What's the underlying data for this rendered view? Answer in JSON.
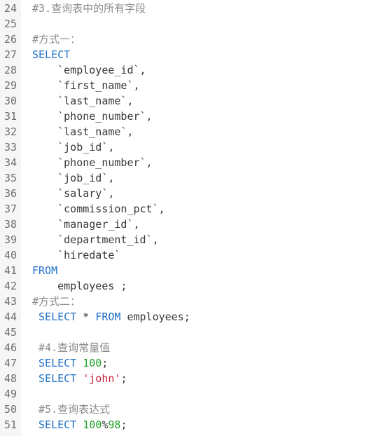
{
  "editor": {
    "lines": [
      {
        "num": "24",
        "indent": "",
        "tokens": [
          {
            "t": "#3.查询表中的所有字段",
            "c": "comment"
          }
        ]
      },
      {
        "num": "25",
        "indent": "",
        "tokens": []
      },
      {
        "num": "26",
        "indent": "",
        "tokens": [
          {
            "t": "#方式一：",
            "c": "comment"
          }
        ]
      },
      {
        "num": "27",
        "indent": "",
        "tokens": [
          {
            "t": "SELECT",
            "c": "kw"
          }
        ]
      },
      {
        "num": "28",
        "indent": "    ",
        "tokens": [
          {
            "t": "`employee_id`,",
            "c": "plain"
          }
        ]
      },
      {
        "num": "29",
        "indent": "    ",
        "tokens": [
          {
            "t": "`first_name`,",
            "c": "plain"
          }
        ]
      },
      {
        "num": "30",
        "indent": "    ",
        "tokens": [
          {
            "t": "`last_name`,",
            "c": "plain"
          }
        ]
      },
      {
        "num": "31",
        "indent": "    ",
        "tokens": [
          {
            "t": "`phone_number`,",
            "c": "plain"
          }
        ]
      },
      {
        "num": "32",
        "indent": "    ",
        "tokens": [
          {
            "t": "`last_name`,",
            "c": "plain"
          }
        ]
      },
      {
        "num": "33",
        "indent": "    ",
        "tokens": [
          {
            "t": "`job_id`,",
            "c": "plain"
          }
        ]
      },
      {
        "num": "34",
        "indent": "    ",
        "tokens": [
          {
            "t": "`phone_number`,",
            "c": "plain"
          }
        ]
      },
      {
        "num": "35",
        "indent": "    ",
        "tokens": [
          {
            "t": "`job_id`,",
            "c": "plain"
          }
        ]
      },
      {
        "num": "36",
        "indent": "    ",
        "tokens": [
          {
            "t": "`salary`,",
            "c": "plain"
          }
        ]
      },
      {
        "num": "37",
        "indent": "    ",
        "tokens": [
          {
            "t": "`commission_pct`,",
            "c": "plain"
          }
        ]
      },
      {
        "num": "38",
        "indent": "    ",
        "tokens": [
          {
            "t": "`manager_id`,",
            "c": "plain"
          }
        ]
      },
      {
        "num": "39",
        "indent": "    ",
        "tokens": [
          {
            "t": "`department_id`,",
            "c": "plain"
          }
        ]
      },
      {
        "num": "40",
        "indent": "    ",
        "tokens": [
          {
            "t": "`hiredate`",
            "c": "plain"
          }
        ]
      },
      {
        "num": "41",
        "indent": "",
        "tokens": [
          {
            "t": "FROM",
            "c": "kw"
          }
        ]
      },
      {
        "num": "42",
        "indent": "    ",
        "tokens": [
          {
            "t": "employees ;",
            "c": "plain"
          }
        ]
      },
      {
        "num": "43",
        "indent": "",
        "tokens": [
          {
            "t": "#方式二：",
            "c": "comment"
          }
        ]
      },
      {
        "num": "44",
        "indent": " ",
        "tokens": [
          {
            "t": "SELECT",
            "c": "kw"
          },
          {
            "t": " * ",
            "c": "plain"
          },
          {
            "t": "FROM",
            "c": "kw"
          },
          {
            "t": " employees;",
            "c": "plain"
          }
        ]
      },
      {
        "num": "45",
        "indent": "",
        "tokens": []
      },
      {
        "num": "46",
        "indent": " ",
        "tokens": [
          {
            "t": "#4.查询常量值",
            "c": "comment"
          }
        ]
      },
      {
        "num": "47",
        "indent": " ",
        "tokens": [
          {
            "t": "SELECT",
            "c": "kw"
          },
          {
            "t": " ",
            "c": "plain"
          },
          {
            "t": "100",
            "c": "num"
          },
          {
            "t": ";",
            "c": "plain"
          }
        ]
      },
      {
        "num": "48",
        "indent": " ",
        "tokens": [
          {
            "t": "SELECT",
            "c": "kw"
          },
          {
            "t": " ",
            "c": "plain"
          },
          {
            "t": "'john'",
            "c": "str"
          },
          {
            "t": ";",
            "c": "plain"
          }
        ]
      },
      {
        "num": "49",
        "indent": "",
        "tokens": []
      },
      {
        "num": "50",
        "indent": " ",
        "tokens": [
          {
            "t": "#5.查询表达式",
            "c": "comment"
          }
        ]
      },
      {
        "num": "51",
        "indent": " ",
        "tokens": [
          {
            "t": "SELECT",
            "c": "kw"
          },
          {
            "t": " ",
            "c": "plain"
          },
          {
            "t": "100",
            "c": "num"
          },
          {
            "t": "%",
            "c": "plain"
          },
          {
            "t": "98",
            "c": "num"
          },
          {
            "t": ";",
            "c": "plain"
          }
        ]
      }
    ]
  },
  "colors": {
    "keyword": "#1f70c9",
    "comment": "#8a8a8a",
    "number": "#21a32a",
    "string": "#c8253e",
    "text": "#383838",
    "line_number": "#6e6e6e",
    "gutter": "#f6f6f6"
  }
}
